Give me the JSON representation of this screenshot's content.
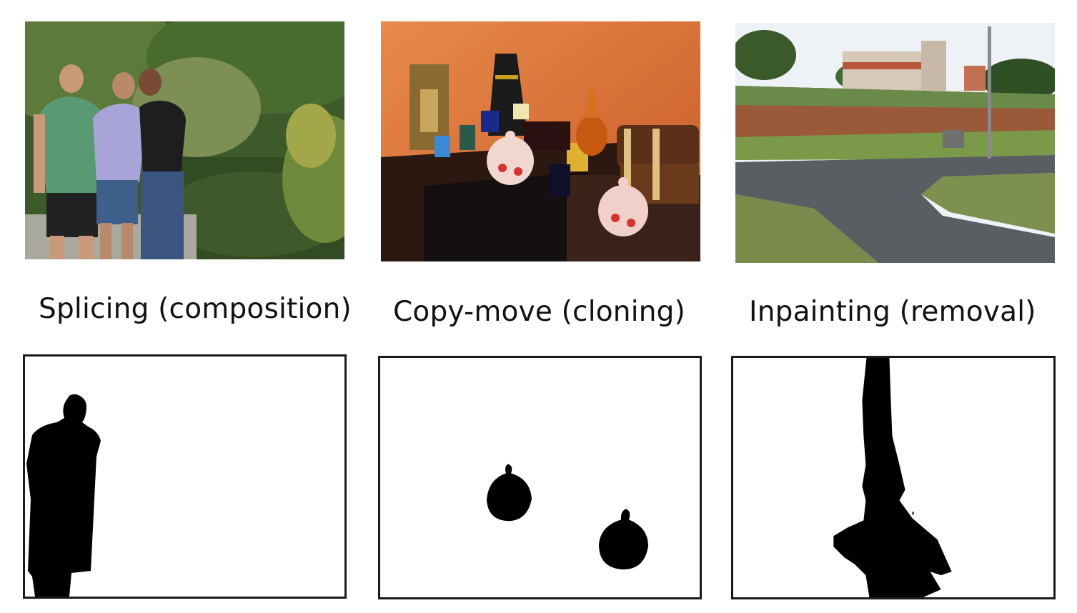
{
  "columns": [
    {
      "id": "splicing",
      "caption": "Splicing (composition)"
    },
    {
      "id": "copy-move",
      "caption": "Copy-move (cloning)"
    },
    {
      "id": "inpainting",
      "caption": "Inpainting (removal)"
    }
  ],
  "colors": {
    "mask_fg": "#000000",
    "mask_bg": "#ffffff",
    "frame": "#1a1a1a"
  }
}
